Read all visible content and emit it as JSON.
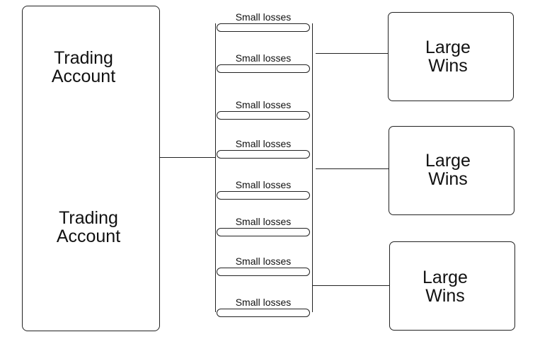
{
  "diagram": {
    "accounts": [
      {
        "label": "Trading\nAccount"
      },
      {
        "label": "Trading\nAccount"
      }
    ],
    "losses": [
      {
        "label": "Small losses"
      },
      {
        "label": "Small losses"
      },
      {
        "label": "Small losses"
      },
      {
        "label": "Small losses"
      },
      {
        "label": "Small losses"
      },
      {
        "label": "Small losses"
      },
      {
        "label": "Small losses"
      },
      {
        "label": "Small losses"
      }
    ],
    "wins": [
      {
        "label": "Large\nWins"
      },
      {
        "label": "Large\nWins"
      },
      {
        "label": "Large\nWins"
      }
    ],
    "colors": {
      "line": "#222222",
      "background": "#ffffff",
      "text": "#111111"
    }
  }
}
